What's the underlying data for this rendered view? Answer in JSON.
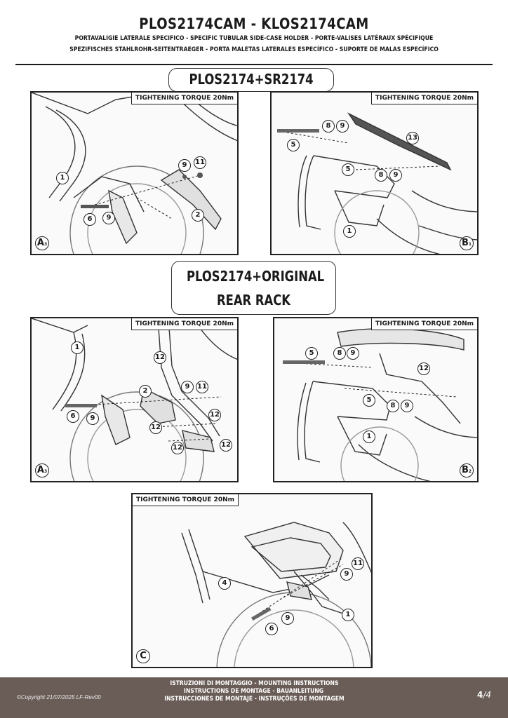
{
  "header": {
    "title": "PLOS2174CAM - KLOS2174CAM",
    "subtitle_1": "PORTAVALIGIE LATERALE SPECIFICO  -  SPECIFIC TUBULAR SIDE-CASE HOLDER  - PORTE-VALISES LATÉRAUX SPÉCIFIQUE",
    "subtitle_2": "SPEZIFISCHES STAHLROHR-SEITENTRAEGER - PORTA MALETAS LATERALES ESPECÍFICO - SUPORTE DE MALAS ESPECÍFICO"
  },
  "section_1": {
    "title": "PLOS2174+SR2174"
  },
  "section_2": {
    "title_line_1": "PLOS2174+ORIGINAL",
    "title_line_2": "REAR RACK"
  },
  "torque_label": "TIGHTENING TORQUE 20Nm",
  "panels": {
    "a3_top": {
      "badge": "A",
      "badge_sub": "3",
      "callouts": [
        "1",
        "9",
        "11",
        "2",
        "6",
        "9"
      ]
    },
    "b1": {
      "badge": "B",
      "badge_sub": "1",
      "callouts": [
        "8",
        "9",
        "5",
        "13",
        "5",
        "8",
        "9",
        "1"
      ]
    },
    "a3_bottom": {
      "badge": "A",
      "badge_sub": "3",
      "callouts": [
        "1",
        "12",
        "2",
        "9",
        "11",
        "6",
        "9",
        "12",
        "12",
        "12",
        "12"
      ]
    },
    "b2": {
      "badge": "B",
      "badge_sub": "2",
      "callouts": [
        "5",
        "8",
        "9",
        "12",
        "5",
        "8",
        "9",
        "1"
      ]
    },
    "c": {
      "badge": "C",
      "callouts": [
        "11",
        "9",
        "4",
        "1",
        "9",
        "6"
      ]
    }
  },
  "footer": {
    "copyright": "©Copyright 21/07/2025 LF-Rev00",
    "line_1": "ISTRUZIONI DI MONTAGGIO  -  MOUNTING INSTRUCTIONS",
    "line_2": "INSTRUCTIONS DE MONTAGE - BAUANLEITUNG",
    "line_3": "INSTRUCCIONES DE MONTAJE - INSTRUÇÕES DE MONTAGEM",
    "page_current": "4",
    "page_total": "/4"
  }
}
